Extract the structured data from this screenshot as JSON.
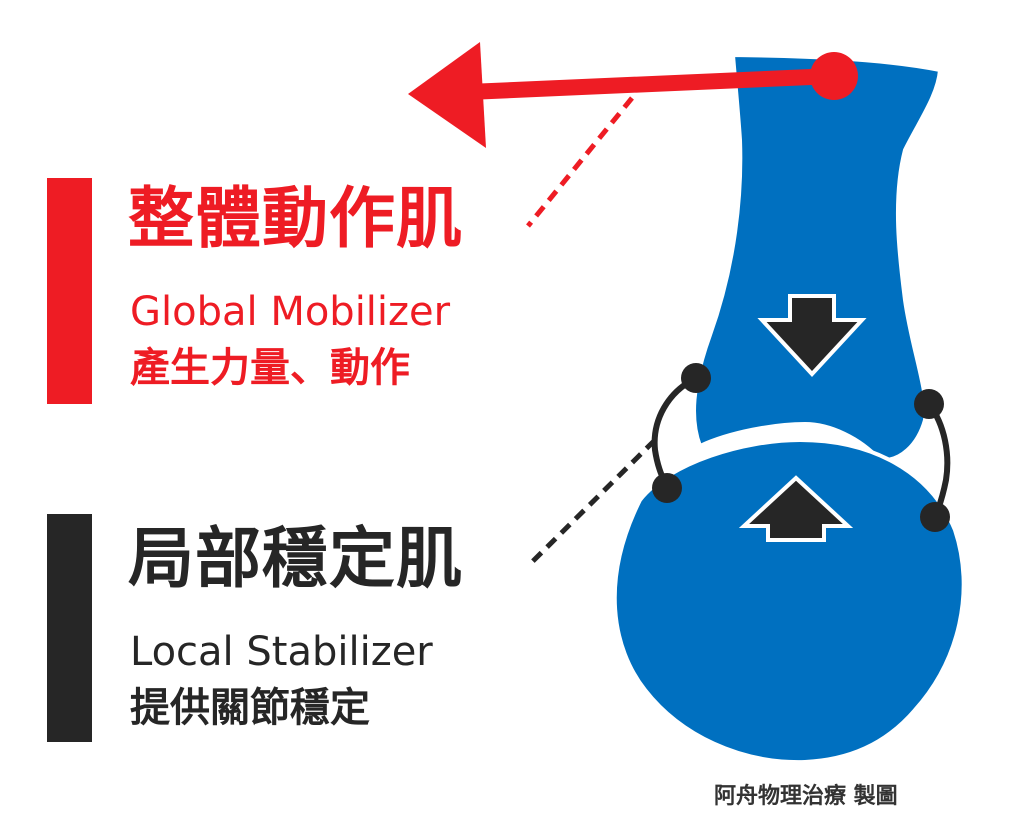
{
  "colors": {
    "global_red": "#ee1c24",
    "local_dark": "#262626",
    "bone_blue": "#0070c0",
    "credit_gray": "#333333"
  },
  "global": {
    "title": "整體動作肌",
    "subtitle_en": "Global Mobilizer",
    "subtitle_zh": "產生力量、動作"
  },
  "local": {
    "title": "局部穩定肌",
    "subtitle_en": "Local Stabilizer",
    "subtitle_zh": "提供關節穩定"
  },
  "credit": "阿舟物理治療 製圖",
  "icons": {
    "force_arrow": "left-arrow-icon",
    "compression_arrows": "down-arrow-icon / up-arrow-icon",
    "bone": "femur-joint-icon"
  }
}
